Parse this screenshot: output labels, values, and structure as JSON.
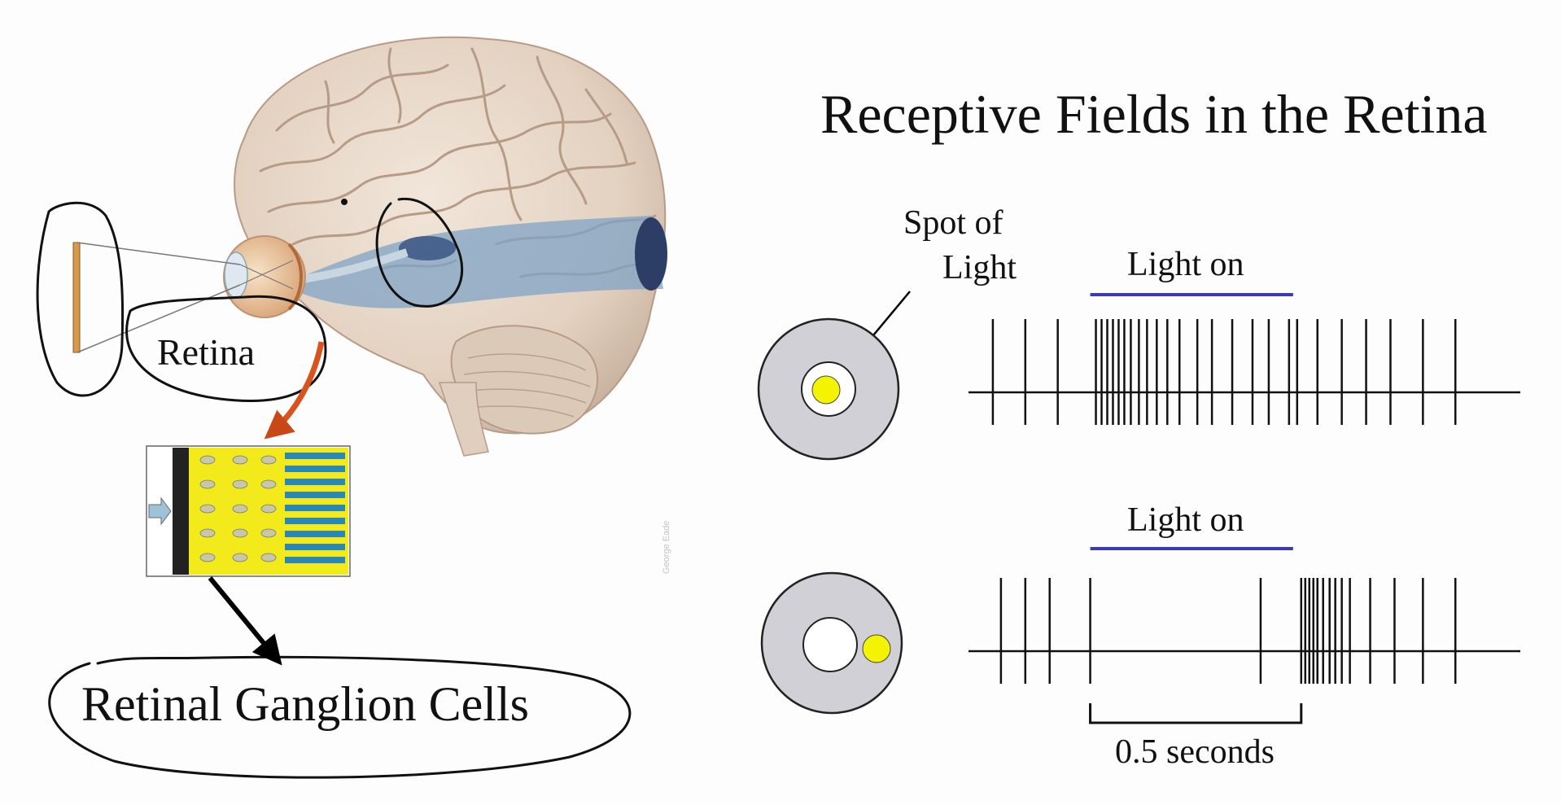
{
  "slide": {
    "title": "Receptive Fields in the Retina",
    "left": {
      "retina_label": "Retina",
      "ganglion_label": "Retinal Ganglion Cells",
      "credit_watermark": "George Eade"
    },
    "right": {
      "spot_label_line1": "Spot of",
      "spot_label_line2": "Light",
      "light_on_label_top": "Light on",
      "light_on_label_bottom": "Light on",
      "scale_label": "0.5 seconds"
    }
  },
  "colors": {
    "spot": "#f4f400",
    "surround": "#d0d0d6",
    "light_bar": "#3a3ab8",
    "brain_tint": "#e9dccd",
    "visual_pathway": "#7fa3c6",
    "arrow_orange": "#d9531e"
  },
  "chart_data": [
    {
      "type": "spike-train",
      "condition": "spot of light in center",
      "spikes": [
        0.03,
        0.07,
        0.11,
        0.157,
        0.164,
        0.171,
        0.178,
        0.185,
        0.192,
        0.2,
        0.21,
        0.22,
        0.232,
        0.245,
        0.26,
        0.282,
        0.3,
        0.325,
        0.35,
        0.37,
        0.395,
        0.405,
        0.43,
        0.46,
        0.49,
        0.52,
        0.56,
        0.6
      ],
      "light_on": [
        0.15,
        0.4
      ],
      "x_range": [
        0,
        0.68
      ]
    },
    {
      "type": "spike-train",
      "condition": "spot of light in surround",
      "spikes": [
        0.04,
        0.07,
        0.1,
        0.15,
        0.36,
        0.41,
        0.415,
        0.42,
        0.425,
        0.43,
        0.437,
        0.445,
        0.452,
        0.46,
        0.47,
        0.495,
        0.525,
        0.56,
        0.6
      ],
      "light_on": [
        0.15,
        0.4
      ],
      "scale_bar": {
        "start": 0.15,
        "end": 0.41,
        "label": "0.5 seconds"
      },
      "x_range": [
        0,
        0.68
      ]
    }
  ]
}
